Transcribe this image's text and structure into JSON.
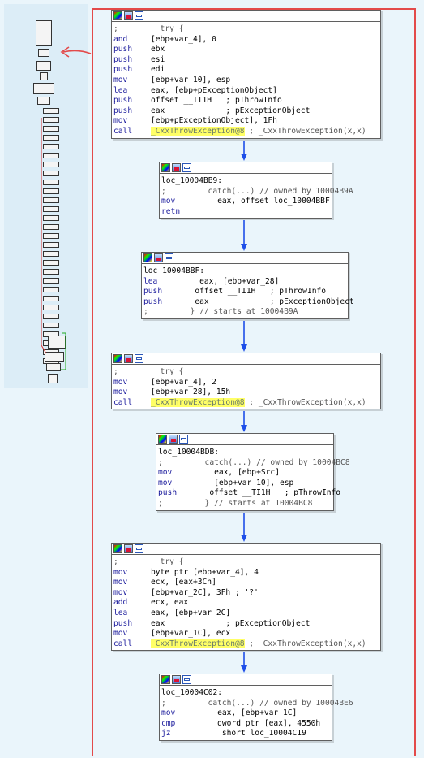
{
  "colors": {
    "panel_bg": "#eaf5fb",
    "overview_bg": "#dcedf7",
    "viewport_frame": "#e34a4a",
    "arrow": "#1e4ee8",
    "highlight": "#ffff66"
  },
  "icons": [
    "graph-color-icon",
    "edit-node-icon",
    "rename-node-icon",
    "red-arrow-icon"
  ],
  "nodes": [
    {
      "id": "node-1",
      "lines": [
        {
          "m": ";",
          "o": "  try {",
          "kind": "cm"
        },
        {
          "m": "and",
          "o": "[ebp+var_4], 0"
        },
        {
          "m": "push",
          "o": "ebx"
        },
        {
          "m": "push",
          "o": "esi"
        },
        {
          "m": "push",
          "o": "edi"
        },
        {
          "m": "mov",
          "o": "[ebp+var_10], esp"
        },
        {
          "m": "lea",
          "o": "eax, [ebp+pExceptionObject]"
        },
        {
          "m": "push",
          "o": "offset __TI1H   ; pThrowInfo"
        },
        {
          "m": "push",
          "o": "eax             ; pExceptionObject"
        },
        {
          "m": "mov",
          "o": "[ebp+pExceptionObject], 1Fh"
        },
        {
          "m": "call",
          "o": "_CxxThrowException@8",
          "hl": true,
          "tail": " ; _CxxThrowException(x,x)"
        }
      ]
    },
    {
      "id": "node-2",
      "lines": [
        {
          "label": "loc_10004BB9:"
        },
        {
          "m": ";",
          "o": "  catch(...) // owned by 10004B9A",
          "kind": "cm"
        },
        {
          "m": "mov",
          "o": "    eax, offset loc_10004BBF"
        },
        {
          "m": "retn",
          "o": ""
        }
      ]
    },
    {
      "id": "node-3",
      "lines": [
        {
          "label": "loc_10004BBF:"
        },
        {
          "m": "lea",
          "o": "    eax, [ebp+var_28]"
        },
        {
          "m": "push",
          "o": "   offset __TI1H   ; pThrowInfo"
        },
        {
          "m": "push",
          "o": "   eax             ; pExceptionObject"
        },
        {
          "m": ";",
          "o": "  } // starts at 10004B9A",
          "kind": "cm"
        }
      ]
    },
    {
      "id": "node-4",
      "lines": [
        {
          "m": ";",
          "o": "  try {",
          "kind": "cm"
        },
        {
          "m": "mov",
          "o": "[ebp+var_4], 2"
        },
        {
          "m": "mov",
          "o": "[ebp+var_28], 15h"
        },
        {
          "m": "call",
          "o": "_CxxThrowException@8",
          "hl": true,
          "tail": " ; _CxxThrowException(x,x)"
        }
      ]
    },
    {
      "id": "node-5",
      "lines": [
        {
          "label": "loc_10004BDB:"
        },
        {
          "m": ";",
          "o": "  catch(...) // owned by 10004BC8",
          "kind": "cm"
        },
        {
          "m": "mov",
          "o": "    eax, [ebp+Src]"
        },
        {
          "m": "mov",
          "o": "    [ebp+var_10], esp"
        },
        {
          "m": "push",
          "o": "   offset __TI1H   ; pThrowInfo"
        },
        {
          "m": ";",
          "o": "  } // starts at 10004BC8",
          "kind": "cm"
        }
      ]
    },
    {
      "id": "node-6",
      "lines": [
        {
          "m": ";",
          "o": "  try {",
          "kind": "cm"
        },
        {
          "m": "mov",
          "o": "byte ptr [ebp+var_4], 4"
        },
        {
          "m": "mov",
          "o": "ecx, [eax+3Ch]"
        },
        {
          "m": "mov",
          "o": "[ebp+var_2C], 3Fh ; '?'"
        },
        {
          "m": "add",
          "o": "ecx, eax"
        },
        {
          "m": "lea",
          "o": "eax, [ebp+var_2C]"
        },
        {
          "m": "push",
          "o": "eax             ; pExceptionObject"
        },
        {
          "m": "mov",
          "o": "[ebp+var_1C], ecx"
        },
        {
          "m": "call",
          "o": "_CxxThrowException@8",
          "hl": true,
          "tail": " ; _CxxThrowException(x,x)"
        }
      ]
    },
    {
      "id": "node-7",
      "lines": [
        {
          "label": "loc_10004C02:"
        },
        {
          "m": ";",
          "o": "  catch(...) // owned by 10004BE6",
          "kind": "cm"
        },
        {
          "m": "mov",
          "o": "    eax, [ebp+var_1C]"
        },
        {
          "m": "cmp",
          "o": "    dword ptr [eax], 4550h"
        },
        {
          "m": "jz",
          "o": "     short loc_10004C19"
        }
      ]
    }
  ]
}
